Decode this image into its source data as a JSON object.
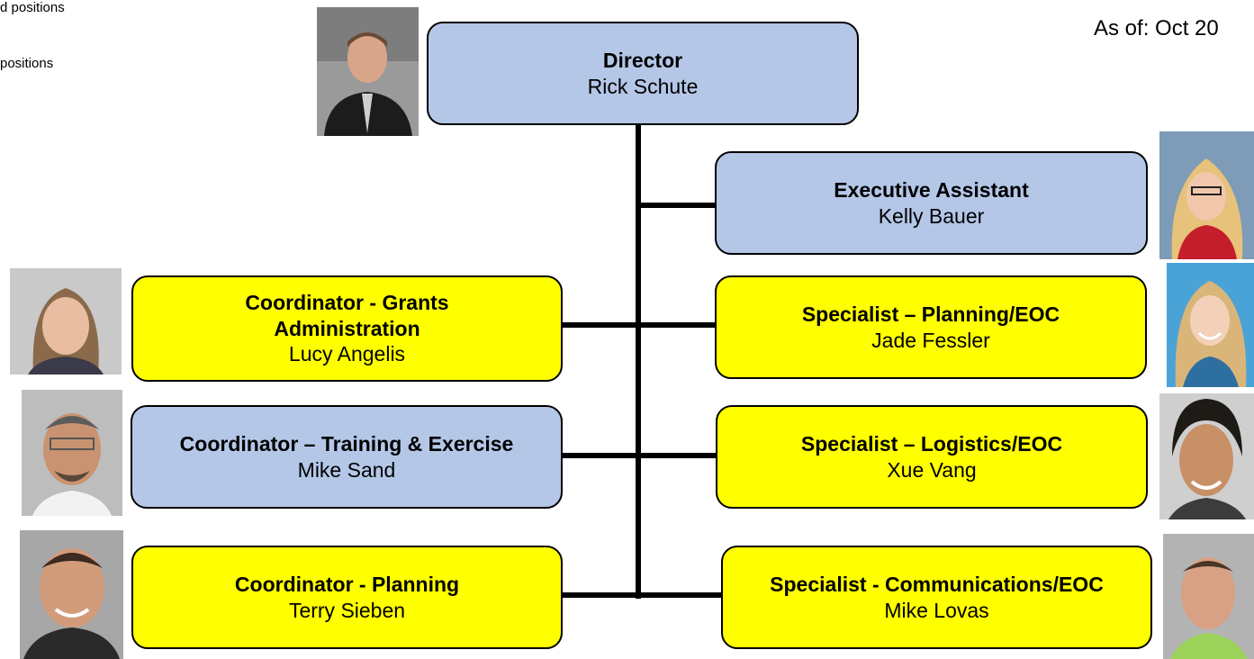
{
  "legend": {
    "line1": "d positions",
    "line2": "positions"
  },
  "as_of": "As of: Oct 20",
  "director": {
    "title": "Director",
    "name": "Rick Schute"
  },
  "executive_assistant": {
    "title": "Executive Assistant",
    "name": "Kelly Bauer"
  },
  "grants": {
    "title_line1": "Coordinator - Grants",
    "title_line2": "Administration",
    "name": "Lucy Angelis"
  },
  "training": {
    "title": "Coordinator – Training &  Exercise",
    "name": "Mike Sand"
  },
  "planning": {
    "title": "Coordinator - Planning",
    "name": "Terry Sieben"
  },
  "spec_planning": {
    "title": "Specialist – Planning/EOC",
    "name": "Jade Fessler"
  },
  "spec_logistics": {
    "title": "Specialist – Logistics/EOC",
    "name": "Xue Vang"
  },
  "spec_comms": {
    "title": "Specialist - Communications/EOC",
    "name": "Mike Lovas"
  },
  "colors": {
    "blue_box": "#b4c7e7",
    "yellow_box": "#ffff00",
    "connector": "#000000"
  }
}
